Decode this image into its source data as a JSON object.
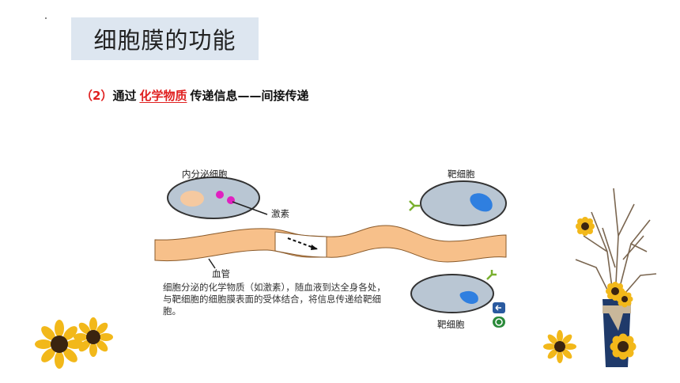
{
  "slide": {
    "title": "细胞膜的功能",
    "subtitle": {
      "number": "（2）",
      "prefix": "通过",
      "blank": "化学物质",
      "suffix": "传递信息——间接传递"
    }
  },
  "diagram": {
    "label_endocrine": "内分泌细胞",
    "label_hormone": "激素",
    "label_target_top": "靶细胞",
    "label_vessel": "血管",
    "label_target_bottom": "靶细胞",
    "caption": "细胞分泌的化学物质（如激素），随血液到达全身各处，与靶细胞的细胞膜表面的受体结合，将信息传递给靶细胞。"
  },
  "colors": {
    "accent_red": "#e02020",
    "title_bg": "#dde6f0",
    "vessel": "#f7c08a",
    "cell": "#b9c6d3",
    "nucleus_blue": "#2f7fe0",
    "hormone": "#e020c0",
    "receptor": "#7ab030"
  },
  "decorations": [
    "sunflower-icon",
    "vase-with-branches-icon",
    "nav-buttons-icon"
  ]
}
